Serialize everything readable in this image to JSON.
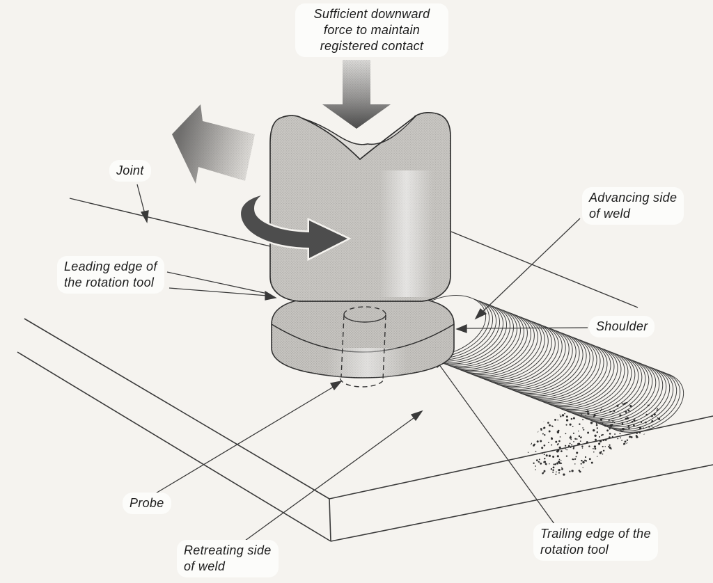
{
  "labels": {
    "downward_force": {
      "line1": "Sufficient downward",
      "line2": "force to maintain",
      "line3": "registered contact"
    },
    "joint": "Joint",
    "leading_edge": {
      "line1": "Leading edge of",
      "line2": "the rotation tool"
    },
    "advancing_side": {
      "line1": "Advancing side",
      "line2": "of weld"
    },
    "shoulder": "Shoulder",
    "probe": "Probe",
    "retreating_side": {
      "line1": "Retreating side",
      "line2": "of weld"
    },
    "trailing_edge": {
      "line1": "Trailing edge of the",
      "line2": "rotation tool"
    }
  },
  "icons": {
    "downward_force_arrow": "block-arrow-down",
    "travel_direction_arrow": "block-arrow-left",
    "rotation_arrow": "curved-arrow-rotation"
  },
  "colors": {
    "background": "#f5f3ef",
    "line": "#3a3a3a",
    "tool_fill": "#cbc9c5",
    "tool_light": "#e4e2de",
    "arrow_dark": "#4d4d4d",
    "bubble": "#fcfcfa",
    "text": "#1c1c1c"
  }
}
